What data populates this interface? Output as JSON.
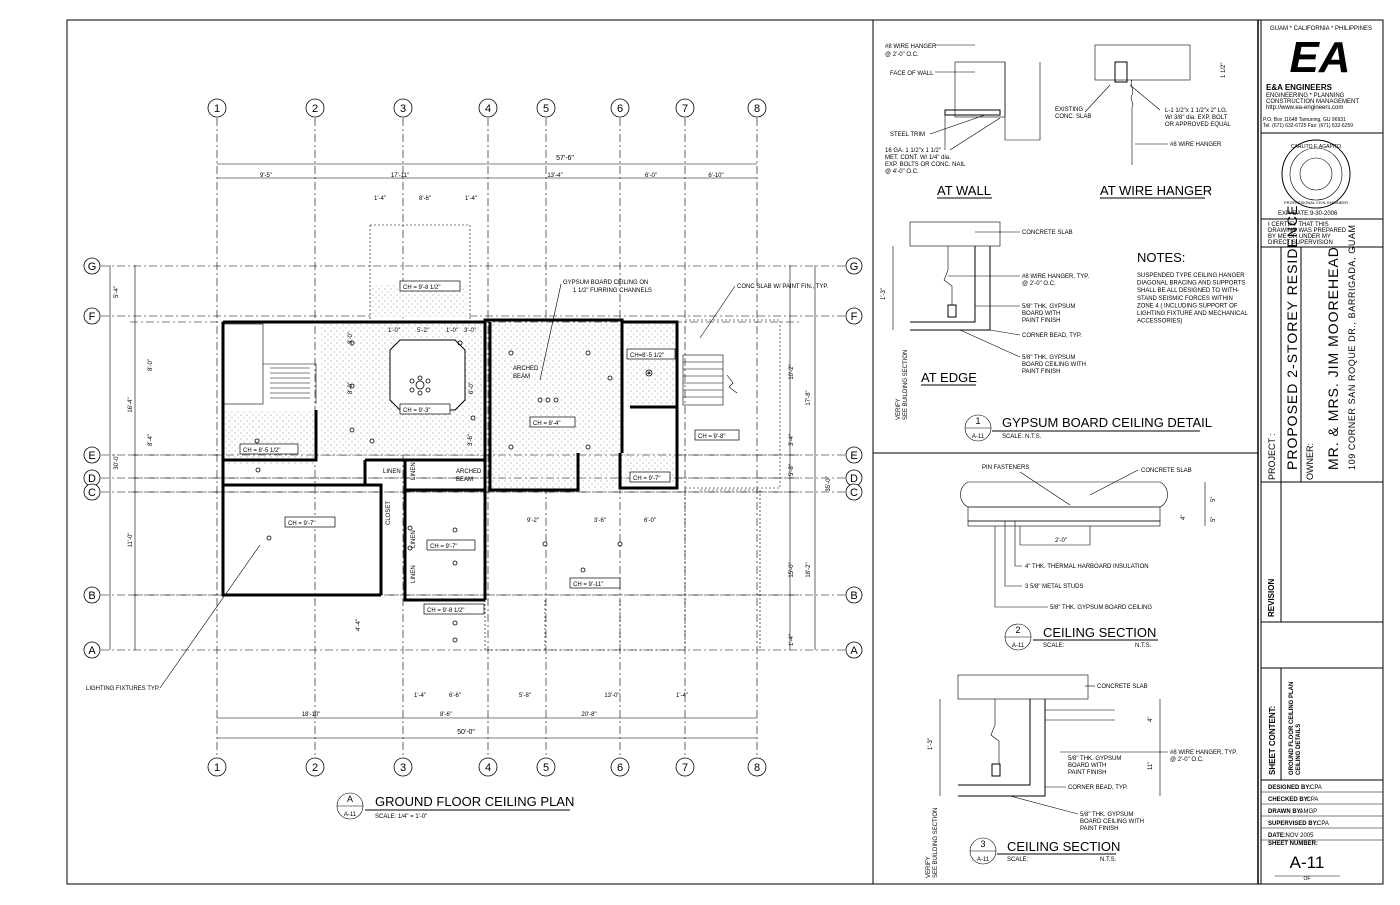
{
  "firm": {
    "locations": "GUAM * CALIFORNIA * PHILIPPINES",
    "logo": "EA",
    "name": "E&A ENGINEERS",
    "services": "ENGINEERING  *  PLANNING",
    "services2": "CONSTRUCTION MANAGEMENT",
    "web": "http://www.ea-engineers.com",
    "address": "P.O. Box 11648 Tamuning, GU 96931",
    "phone": "Tel. (671) 632-6725  Fax: (671) 632-6259"
  },
  "seal": {
    "name": "CARLITO F. AGAPITO",
    "title": "PROFESSIONAL CIVIL ENGINEER",
    "exp_label": "EXP. DATE:",
    "exp_date": "9-30-2006",
    "certify": [
      "I CERTIFY THAT THIS",
      "DRAWING WAS PREPARED",
      "BY ME OR UNDER MY",
      "DIRECT SUPERVISION"
    ]
  },
  "project": {
    "label": "PROJECT :",
    "name": "PROPOSED 2-STOREY RESIDENCE",
    "owner_label": "OWNER:",
    "owner": "MR. & MRS. JIM MOOREHEAD",
    "owner_address": "109 CORNER SAN ROQUE DR., BARRIGADA, GUAM"
  },
  "revision_label": "REVISION",
  "sheet_content": {
    "label": "SHEET CONTENT:",
    "line1": "GROUND FLOOR CEILING PLAN",
    "line2": "CEILING DETAILS"
  },
  "credits": [
    {
      "label": "DESIGNED BY:",
      "value": "CPA"
    },
    {
      "label": "CHECKED BY:",
      "value": "CPA"
    },
    {
      "label": "DRAWN BY:",
      "value": "AMGP"
    },
    {
      "label": "SUPERVISED BY:",
      "value": "CPA"
    },
    {
      "label": "DATE:",
      "value": "NOV 2005"
    }
  ],
  "sheet_number": {
    "label": "SHEET NUMBER:",
    "value": "A-11",
    "of": "OF"
  },
  "plan": {
    "title": "GROUND FLOOR CEILING PLAN",
    "bubble": "A",
    "ref": "A-11",
    "ref2": "A-11",
    "scale": "SCALE:  1/4\" = 1'-0\"",
    "grid_cols": [
      "1",
      "2",
      "3",
      "4",
      "5",
      "6",
      "7",
      "8"
    ],
    "grid_rows": [
      "G",
      "F",
      "E",
      "D",
      "C",
      "B",
      "A"
    ],
    "dims_top": [
      "9'-5\"",
      "17'-11\"",
      "13'-4\"",
      "6'-0\"",
      "6'-10\""
    ],
    "overall_top": "57'-6\"",
    "dims_top2": [
      "1'-4\"",
      "8'-6\"",
      "1'-4\""
    ],
    "dims_bottom": [
      "18'-10\"",
      "8'-6\"",
      "20'-8\""
    ],
    "dims_bottom2": [
      "1'-4\"",
      "6'-6\"",
      "5'-8\"",
      "13'-0\"",
      "1'-4\""
    ],
    "overall_bottom": "50'-0\"",
    "dims_left": [
      "5'-4\"",
      "8'-0\"",
      "16'-4\"",
      "8'-4\"",
      "30'-0\"",
      "11'-0\"",
      "4'-4\""
    ],
    "dims_right": [
      "10'-2\"",
      "17'-8\"",
      "3'-4\"",
      "5'-8\"",
      "35'-0\"",
      "15'-0\"",
      "18'-2\"",
      "1'-4\""
    ],
    "dims_inner": [
      "5'-2\"",
      "1'-0\"",
      "1'-0\"",
      "3'-0\"",
      "3'-0\"",
      "8'-0\"",
      "6'-0\"",
      "3'-6\"",
      "9'-2\"",
      "3'-6\"",
      "6'-0\""
    ],
    "ceiling_heights": [
      "CH = 9'-8 1/2\"",
      "CH = 9'-3\"",
      "CH = 8'-4\"",
      "CH=8'-5 1/2\"",
      "CH = 8'-5 1/2\"",
      "CH = 9'-8\"",
      "CH = 9'-7\"",
      "CH = 9'-7\"",
      "CH = 9'-7\"",
      "CH = 9'-11\"",
      "CH = 9'-8 1/2\""
    ],
    "rooms": [
      "LINEN",
      "CLOSET",
      "LINEN",
      "LINEN",
      "LINEN"
    ],
    "notes": {
      "gypsum": [
        "GYPSUM BOARD CEILING ON",
        "1 1/2\" FURRING CHANNELS"
      ],
      "conc": "CONC SLAB W/ PAINT FIN., TYP.",
      "beam1": [
        "ARCHED",
        "BEAM"
      ],
      "beam2": [
        "ARCHED",
        "BEAM"
      ],
      "lighting": "LIGHTING FIXTURES TYP."
    }
  },
  "detail1": {
    "title": "GYPSUM BOARD CEILING DETAIL",
    "bubble": "1",
    "ref": "A-11",
    "scale": "SCALE:  N.T.S.",
    "at_wall": "AT WALL",
    "at_hanger": "AT WIRE HANGER",
    "at_edge": "AT EDGE",
    "wall_notes": [
      "#8 WIRE HANGER",
      "@ 2'-0\" O.C.",
      "FACE OF WALL",
      "STEEL TRIM",
      "16 GA. 1 1/2\"x 1 1/2\"",
      "MET. CONT. W/ 1/4\" dia.",
      "EXP. BOLTS OR CONC. NAIL",
      "@ 4'-0\" O.C."
    ],
    "hanger_notes": [
      "EXISTING",
      "CONC. SLAB",
      "L-1 1/2\"x 1 1/2\"x 2\" LG.",
      "W/ 3/8\" dia. EXP. BOLT",
      "OR APPROVED EQUAL",
      "#8 WIRE HANGER",
      "1 1/2\""
    ],
    "edge_notes": [
      "CONCRETE SLAB",
      "#8 WIRE HANGER, TYP.",
      "@ 2'-0\" O.C.",
      "5/8\" THK. GYPSUM",
      "BOARD WITH",
      "PAINT FINISH",
      "CORNER BEAD, TYP.",
      "5/8\" THK. GYPSUM",
      "BOARD CEILING WITH",
      "PAINT FINISH",
      "1'-3\"",
      "VERIFY",
      "SEE BUILDING SECTION"
    ],
    "notes_title": "NOTES:",
    "notes": [
      "SUSPENDED TYPE CEILING HANGER",
      "DIAGONAL BRACING AND SUPPORTS",
      "SHALL BE ALL DESIGNED TO WITH-",
      "STAND SEISMIC FORCES WITHIN",
      "ZONE 4 ( INCLUDING SUPPORT OF",
      "LIGHTING FIXTURE AND MECHANICAL",
      "ACCESSORIES)"
    ]
  },
  "detail2": {
    "title": "CEILING SECTION",
    "bubble": "2",
    "ref": "A-11",
    "scale": "SCALE:",
    "scale_val": "N.T.S.",
    "notes": [
      "PIN FASTENERS",
      "CONCRETE SLAB",
      "4\" THK. THERMAL HARBOARD INSULATION",
      "3 5/8\" METAL STUDS",
      "5/8\" THK. GYPSUM BOARD CEILING",
      "2'-0\"",
      "4\"",
      "5\"",
      "5\""
    ]
  },
  "detail3": {
    "title": "CEILING SECTION",
    "bubble": "3",
    "ref": "A-11",
    "scale": "SCALE:",
    "scale_val": "N.T.S.",
    "notes": [
      "CONCRETE SLAB",
      "#8 WIRE HANGER, TYP.",
      "@ 2'-0\" O.C.",
      "5/8\" THK. GYPSUM",
      "BOARD WITH",
      "PAINT FINISH",
      "CORNER BEAD, TYP.",
      "5/8\" THK. GYPSUM",
      "BOARD CEILING WITH",
      "PAINT FINISH",
      "1'-3\"",
      "11\"",
      "4\"",
      "VERIFY",
      "SEE BUILDING SECTION"
    ]
  }
}
